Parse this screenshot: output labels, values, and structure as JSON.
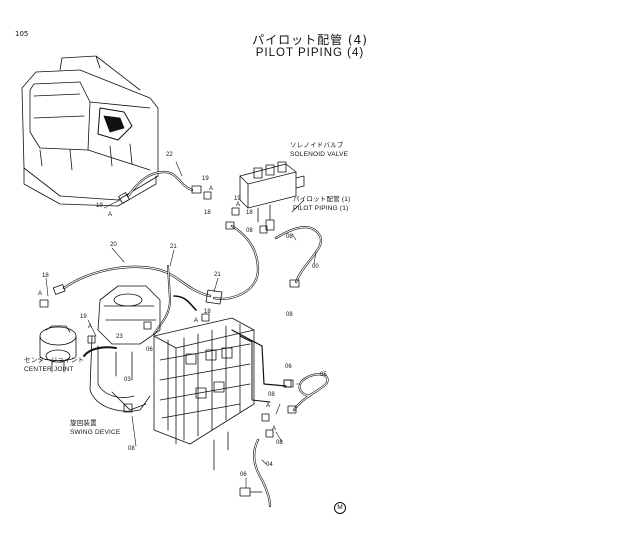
{
  "page_number": "105",
  "title_jp": "パイロット配管 (4)",
  "title_en": "PILOT PIPING (4)",
  "labels": {
    "solenoid_jp": "ソレノイドバルブ",
    "solenoid_en": "SOLENOID VALVE",
    "pilot_ref_jp": "パイロット配管 (1)",
    "pilot_ref_en": "PILOT PIPING (1)",
    "center_joint_jp": "センタージョイント",
    "center_joint_en": "CENTER JOINT",
    "swing_jp": "旋回装置",
    "swing_en": "SWING DEVICE"
  },
  "part_numbers": {
    "p22": "22",
    "p19a": "19",
    "p19b": "19",
    "p18a": "18",
    "p18b": "18",
    "p18c": "18",
    "p08a": "08",
    "p08b": "08",
    "p00": "00",
    "p20": "20",
    "p21a": "21",
    "p21b": "21",
    "p19c": "19",
    "p23": "23",
    "p06a": "06",
    "p03": "03",
    "p06b": "06",
    "p05": "05",
    "p08c": "08",
    "p06c": "06",
    "p08d": "08",
    "p04": "04",
    "p06d": "06",
    "p08e": "08",
    "p18d": "18"
  },
  "callout_letter": "A",
  "corner_mark": "M"
}
